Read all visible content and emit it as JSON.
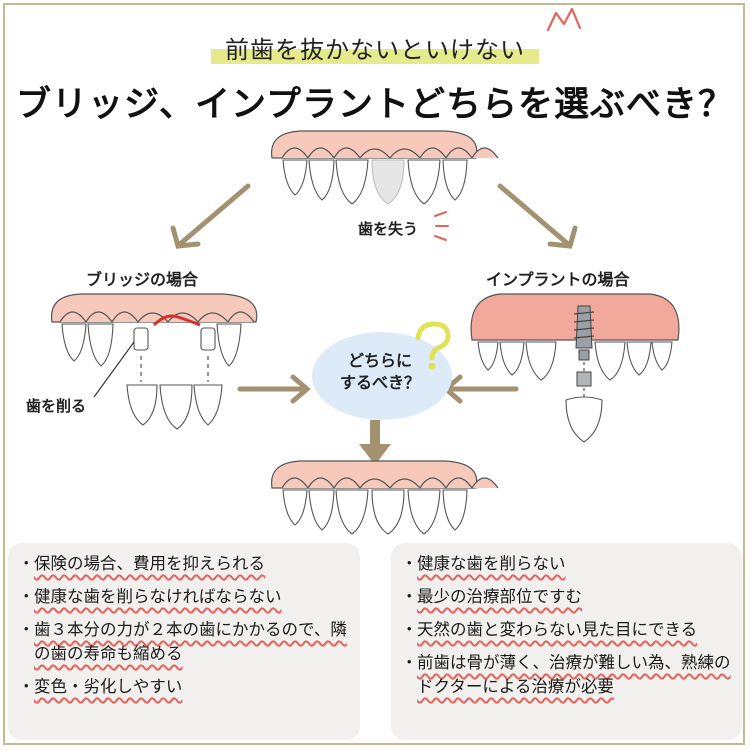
{
  "header": {
    "subtitle": "前歯を抜かないといけない",
    "title": "ブリッジ、インプラントどちらを選ぶべき？"
  },
  "diagram": {
    "lose_tooth_label": "歯を失う",
    "bridge_heading": "ブリッジの場合",
    "implant_heading": "インプラントの場合",
    "shave_label": "歯を削る",
    "question_bubble": "どちらに\nするべき？"
  },
  "bridge_points": [
    "保険の場合、費用を抑えられる",
    "健康な歯を削らなければならない",
    "歯３本分の力が２本の歯にかかるので、隣の歯の寿命も縮める",
    "変色・劣化しやすい"
  ],
  "implant_points": [
    "健康な歯を削らない",
    "最少の治療部位ですむ",
    "天然の歯と変わらない見た目にできる",
    "前歯は骨が薄く、治療が難しい為、熟練のドクターによる治療が必要"
  ],
  "colors": {
    "gum": "#f6c9bb",
    "gum_dark": "#f2a89b",
    "arrow": "#a39272",
    "highlight": "#e6ea8c",
    "underline": "#e2645c",
    "bubble": "#dcebf7",
    "question": "#e1e25a",
    "panel": "#f2f0ee"
  }
}
